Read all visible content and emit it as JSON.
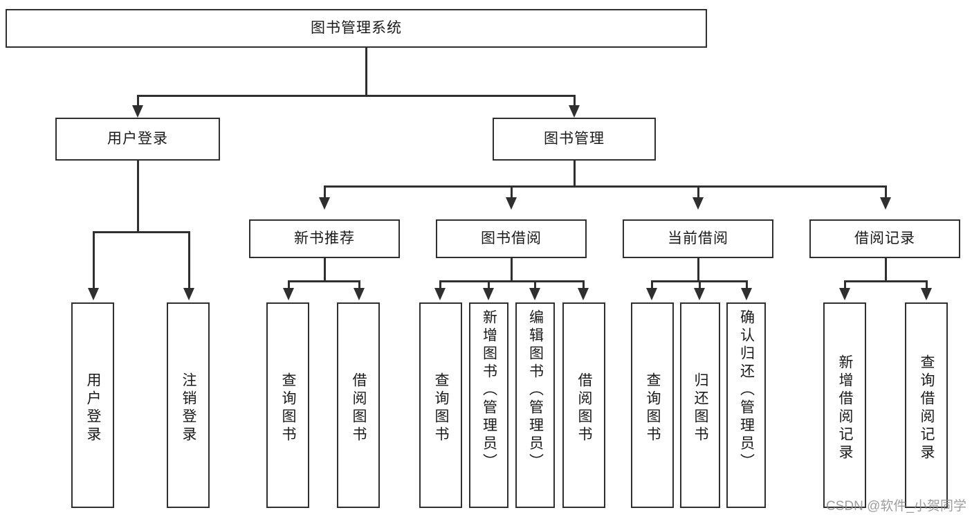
{
  "diagram": {
    "type": "tree-hierarchy",
    "title": "图书管理系统",
    "root": {
      "label": "图书管理系统",
      "level": 0
    },
    "level1": [
      {
        "label": "用户登录"
      },
      {
        "label": "图书管理"
      }
    ],
    "level2": [
      {
        "label": "新书推荐"
      },
      {
        "label": "图书借阅"
      },
      {
        "label": "当前借阅"
      },
      {
        "label": "借阅记录"
      }
    ],
    "leaves": {
      "user_login": [
        {
          "label": "用户登录"
        },
        {
          "label": "注销登录"
        }
      ],
      "new_book_recommend": [
        {
          "label": "查询图书"
        },
        {
          "label": "借阅图书"
        }
      ],
      "book_borrow": [
        {
          "label": "查询图书"
        },
        {
          "label": "新增图书（管理员）"
        },
        {
          "label": "编辑图书（管理员）"
        },
        {
          "label": "借阅图书"
        }
      ],
      "current_borrow": [
        {
          "label": "查询图书"
        },
        {
          "label": "归还图书"
        },
        {
          "label": "确认归还（管理员）"
        }
      ],
      "borrow_record": [
        {
          "label": "新增借阅记录"
        },
        {
          "label": "查询借阅记录"
        }
      ]
    }
  },
  "watermark": {
    "text": "CSDN @软件_小贺同学"
  },
  "colors": {
    "stroke": "#2f2f2f",
    "background": "#ffffff",
    "text": "#1a1a1a",
    "watermark": "#8c8c8c"
  }
}
